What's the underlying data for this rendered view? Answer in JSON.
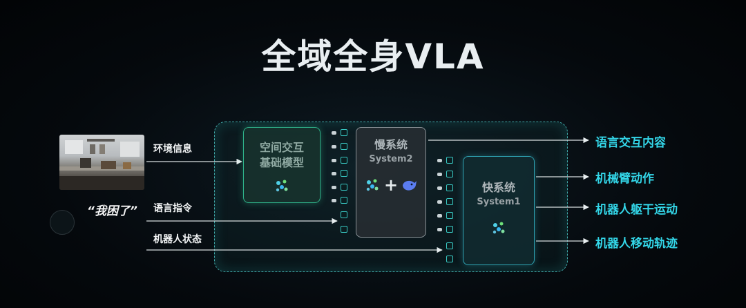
{
  "title": "全域全身VLA",
  "inputs": {
    "env": "环境信息",
    "quote": "“我困了”",
    "language": "语言指令",
    "robot_state": "机器人状态"
  },
  "modules": {
    "spatial": {
      "line1": "空间交互",
      "line2": "基础模型"
    },
    "slow": {
      "name": "慢系统",
      "sub": "System2"
    },
    "fast": {
      "name": "快系统",
      "sub": "System1"
    }
  },
  "outputs": {
    "o1": "语言交互内容",
    "o2": "机械臂动作",
    "o3": "机器人躯干运动",
    "o4": "机器人移动轨迹"
  },
  "colors": {
    "accent": "#33d6e8",
    "green": "#2fb38a",
    "dash": "#3fa8a8"
  }
}
